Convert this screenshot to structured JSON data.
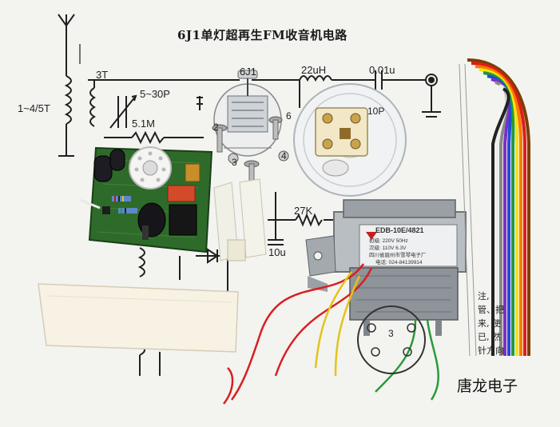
{
  "title": "6J1单灯超再生FM收音机电路",
  "schematic_labels": {
    "coil_turns": "1~4/5T",
    "transformer_turns": "3T",
    "trimmer": "5~30P",
    "resistor_grid": "5.1M",
    "tube": "6J1",
    "choke": "22uH",
    "output_cap": "0.01u",
    "tuning_cap": "10P",
    "resistor_load": "27K",
    "cap_bottom": "10u",
    "pin_2": "2",
    "pin_3": "3",
    "pin_4": "4",
    "pin_6": "6",
    "socket_pin": "3"
  },
  "transformer_label": {
    "model": "EDB-10E/4821",
    "line_1": "初级: 220V 50Hz",
    "line_2": "次级: 110V 6.3V",
    "line_3": "四川省眉州市雪琴电子厂",
    "line_4": "电话: 024-84139914"
  },
  "note_lines": [
    "注,",
    "管、把",
    "来, 使",
    "已, 然",
    "针方向"
  ],
  "brand": "唐龙电子",
  "colors": {
    "background": "#f7f7f5",
    "pcb": "#2e6b2a",
    "transformer": "#9aa0a5",
    "ribbon": [
      "#7b3f00",
      "#e01b1b",
      "#f57c00",
      "#f7e017",
      "#1f9a3a",
      "#1e4fd1",
      "#7a2ec7",
      "#888888",
      "#eeeeee",
      "#222222"
    ]
  }
}
